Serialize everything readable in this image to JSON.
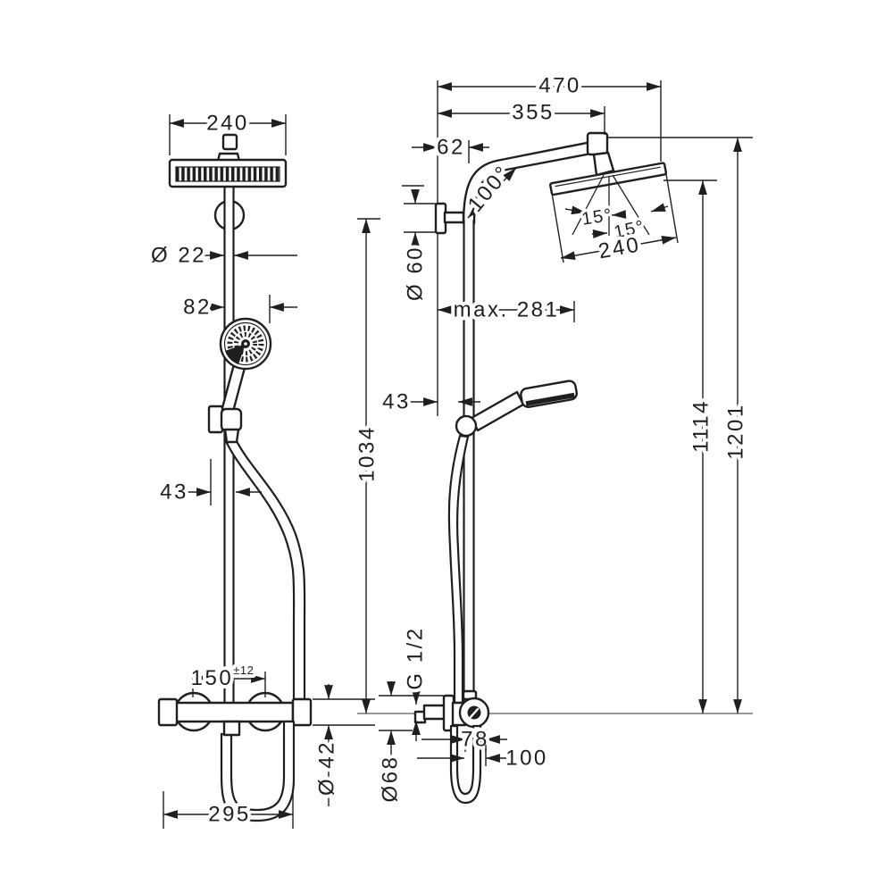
{
  "title": "Shower pipe system dimensional drawing (front and side view)",
  "colors": {
    "background": "#ffffff",
    "line": "#1f1f1f",
    "ground": "#777777"
  },
  "front_view": {
    "head_width": "240",
    "pipe_diameter": "Ø 22",
    "handshower_width": "82",
    "slider_offset": "43",
    "valve_center_distance": "150",
    "valve_tolerance": "±12",
    "valve_diameter": "Ø 42",
    "base_width": "295"
  },
  "side_view": {
    "reach_total": "470",
    "reach_arm": "355",
    "wall_offset": "62",
    "arm_angle": "100°",
    "head_tilt_left": "15°",
    "head_tilt_right": "15°",
    "head_depth": "240",
    "flange_diameter": "Ø 60",
    "max_reach": "max. 281",
    "holder_offset": "43",
    "height_pipe": "1034",
    "height_head_bottom": "1114",
    "height_total": "1201",
    "thread": "G 1/2",
    "valve_depth": "78",
    "valve_front_depth": "100",
    "escutcheon_diameter": "Ø68"
  }
}
